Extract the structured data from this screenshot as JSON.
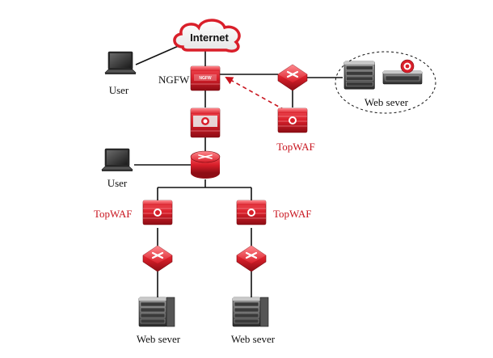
{
  "diagram": {
    "internet_label": "Internet",
    "ngfw_label": "NGFW",
    "ngfw_device_text": "NGFW",
    "user_top_label": "User",
    "user_mid_label": "User",
    "topwaf_right_label": "TopWAF",
    "topwaf_left_label": "TopWAF",
    "topwaf_mid_label": "TopWAF",
    "web_server_cluster_label": "Web sever",
    "web_server_left_label": "Web sever",
    "web_server_right_label": "Web sever"
  },
  "colors": {
    "device_red": "#d91f2a",
    "device_dark_red": "#9e0f18",
    "label_red": "#c8141e",
    "line": "#111111",
    "dashed_arrow": "#c8141e"
  }
}
